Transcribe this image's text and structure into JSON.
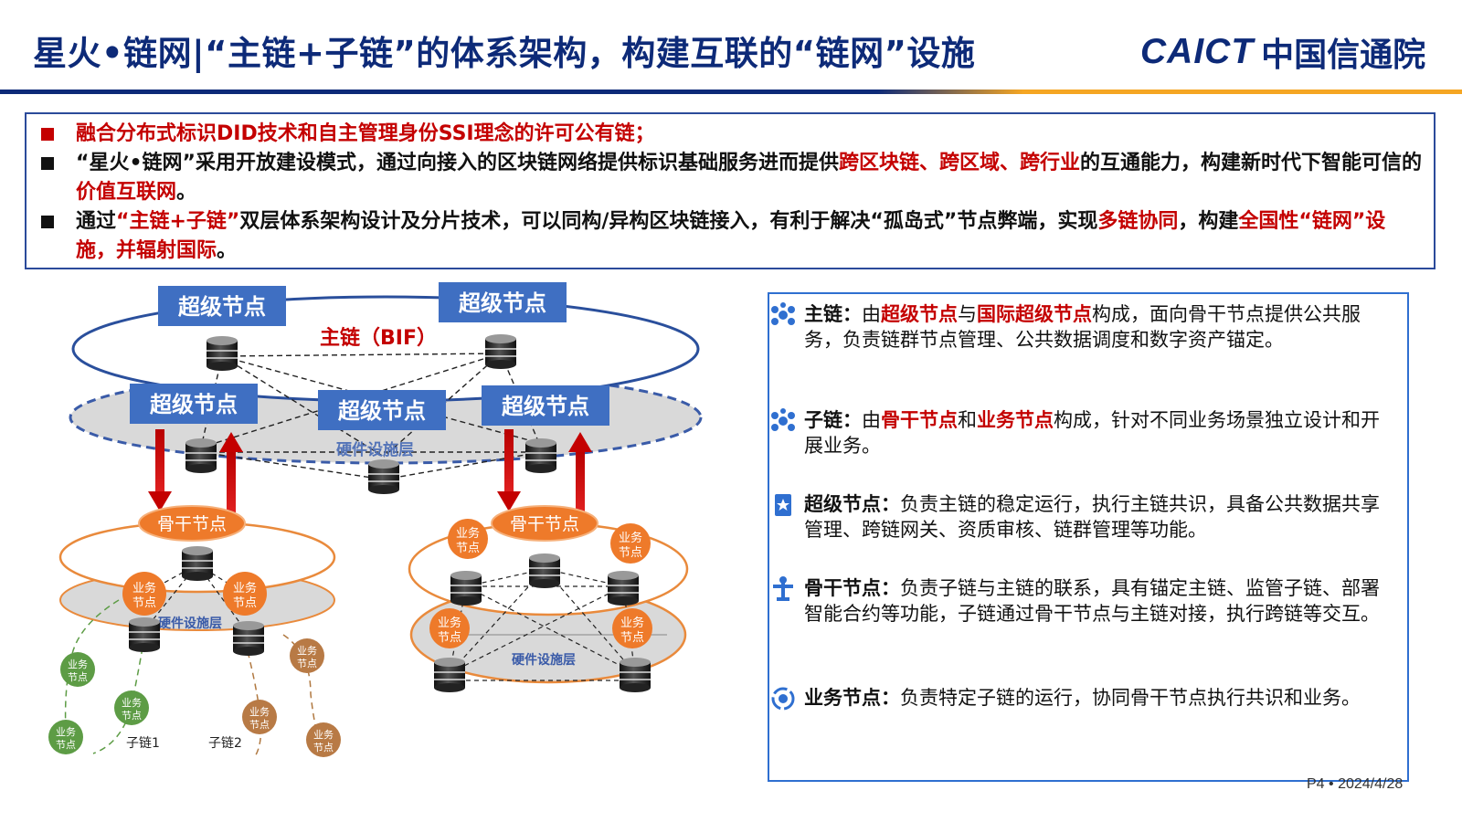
{
  "title": "星火•链网|“主链+子链”的体系架构，构建互联的“链网”设施",
  "logo": {
    "latin": "CAICT",
    "chinese": "中国信通院"
  },
  "intro": {
    "b1": {
      "p1": "融合分布式标识DID技术和自主管理身份SSI理念的许可公有链；"
    },
    "b2": {
      "p1": "“星火•链网”采用开放建设模式，通过向接入的区块链网络提供标识基础服务进而提供",
      "h1": "跨区块链、跨区域、跨行业",
      "p2": "的互通能力，构建新时代下智能可信的",
      "h2": "价值互联网",
      "p3": "。"
    },
    "b3": {
      "p1": "通过",
      "h1": "“主链+子链”",
      "p2": "双层体系架构设计及分片技术，可以同构/异构区块链接入，有利于解决“孤岛式”节点弊端，实现",
      "h2": "多链协同",
      "p3": "，构建",
      "h3": "全国性“链网”设施，并辐射国际",
      "p4": "。"
    }
  },
  "diagram": {
    "super_node": "超级节点",
    "main_chain": "主链（BIF）",
    "hardware_layer": "硬件设施层",
    "backbone_node": "骨干节点",
    "biz_node_line1": "业务",
    "biz_node_line2": "节点",
    "subchain1": "子链1",
    "subchain2": "子链2"
  },
  "legend": {
    "main_chain": {
      "icon": "chain-network-icon",
      "term": "主链：",
      "p1": "由",
      "h1": "超级节点",
      "p2": "与",
      "h2": "国际超级节点",
      "p3": "构成，面向骨干节点提供公共服务，负责链群节点管理、公共数据调度和数字资产锚定。"
    },
    "sub_chain": {
      "icon": "chain-network-icon",
      "term": "子链：",
      "p1": "由",
      "h1": "骨干节点",
      "p2": "和",
      "h2": "业务节点",
      "p3": "构成，针对不同业务场景独立设计和开展业务。"
    },
    "super_node": {
      "icon": "star-badge-icon",
      "term": "超级节点：",
      "text": "负责主链的稳定运行，执行主链共识，具备公共数据共享管理、跨链网关、资质审核、链群管理等功能。"
    },
    "backbone_node": {
      "icon": "network-hub-icon",
      "term": "骨干节点：",
      "text": "负责子链与主链的联系，具有锚定主链、监管子链、部署智能合约等功能，子链通过骨干节点与主链对接，执行跨链等交互。"
    },
    "biz_node": {
      "icon": "cycle-gear-icon",
      "term": "业务节点：",
      "text": "负责特定子链的运行，协同骨干节点执行共识和业务。"
    }
  },
  "footer": "P4 • 2024/4/28",
  "colors": {
    "navy": "#0d2a78",
    "red": "#c40000",
    "orange": "#ee7a2a",
    "accent": "#f5a623",
    "blue": "#2f6fd0"
  }
}
